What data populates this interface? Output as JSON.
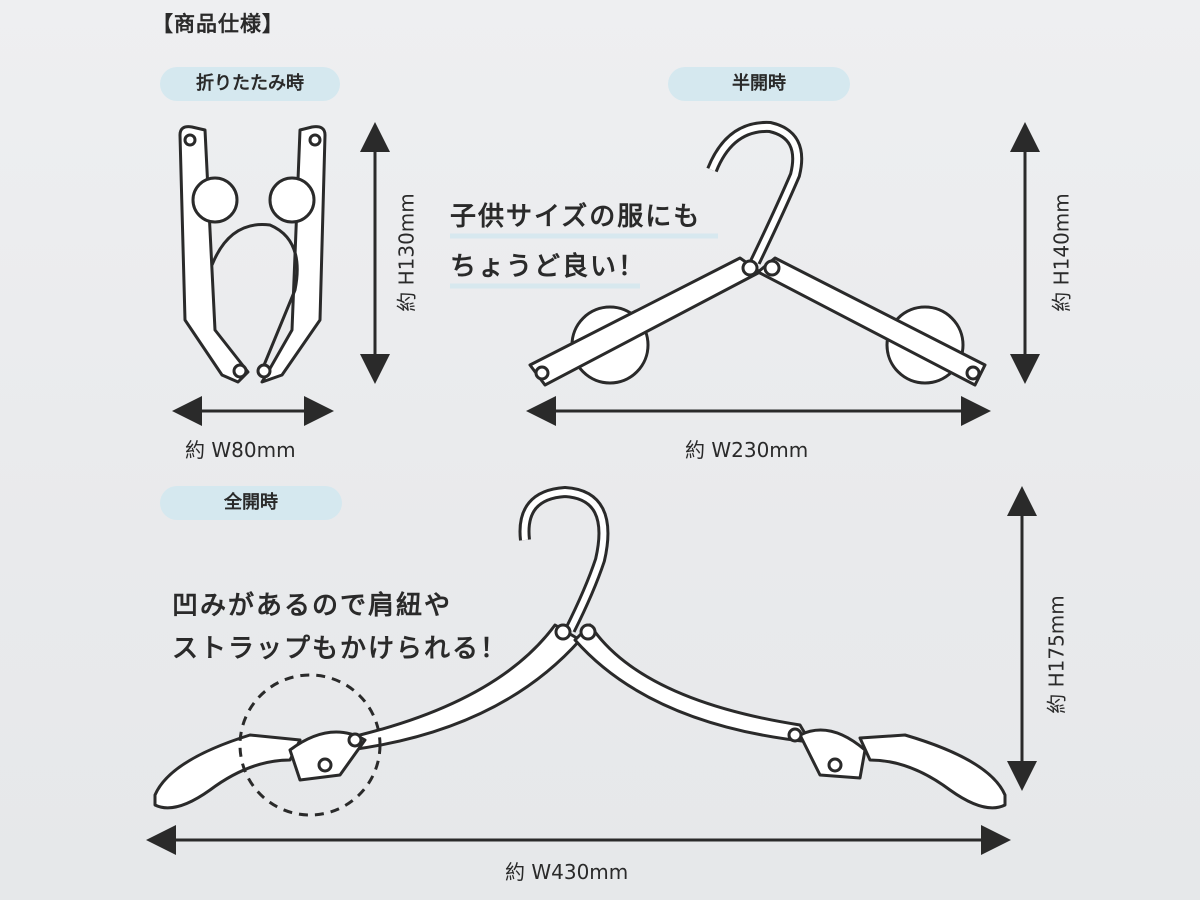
{
  "title": "【商品仕様】",
  "sections": {
    "folded": {
      "label": "折りたたみ時",
      "width": "約 W80mm",
      "height": "約 H130mm"
    },
    "half_open": {
      "label": "半開時",
      "width": "約 W230mm",
      "height": "約 H140mm",
      "note_line1": "子供サイズの服にも",
      "note_line2": "ちょうど良い！"
    },
    "full_open": {
      "label": "全開時",
      "width": "約 W430mm",
      "height": "約 H175mm",
      "note_line1": "凹みがあるので肩紐や",
      "note_line2": "ストラップもかけられる！"
    }
  },
  "colors": {
    "pill": "#d5e8ef",
    "line": "#2a2a2a"
  }
}
